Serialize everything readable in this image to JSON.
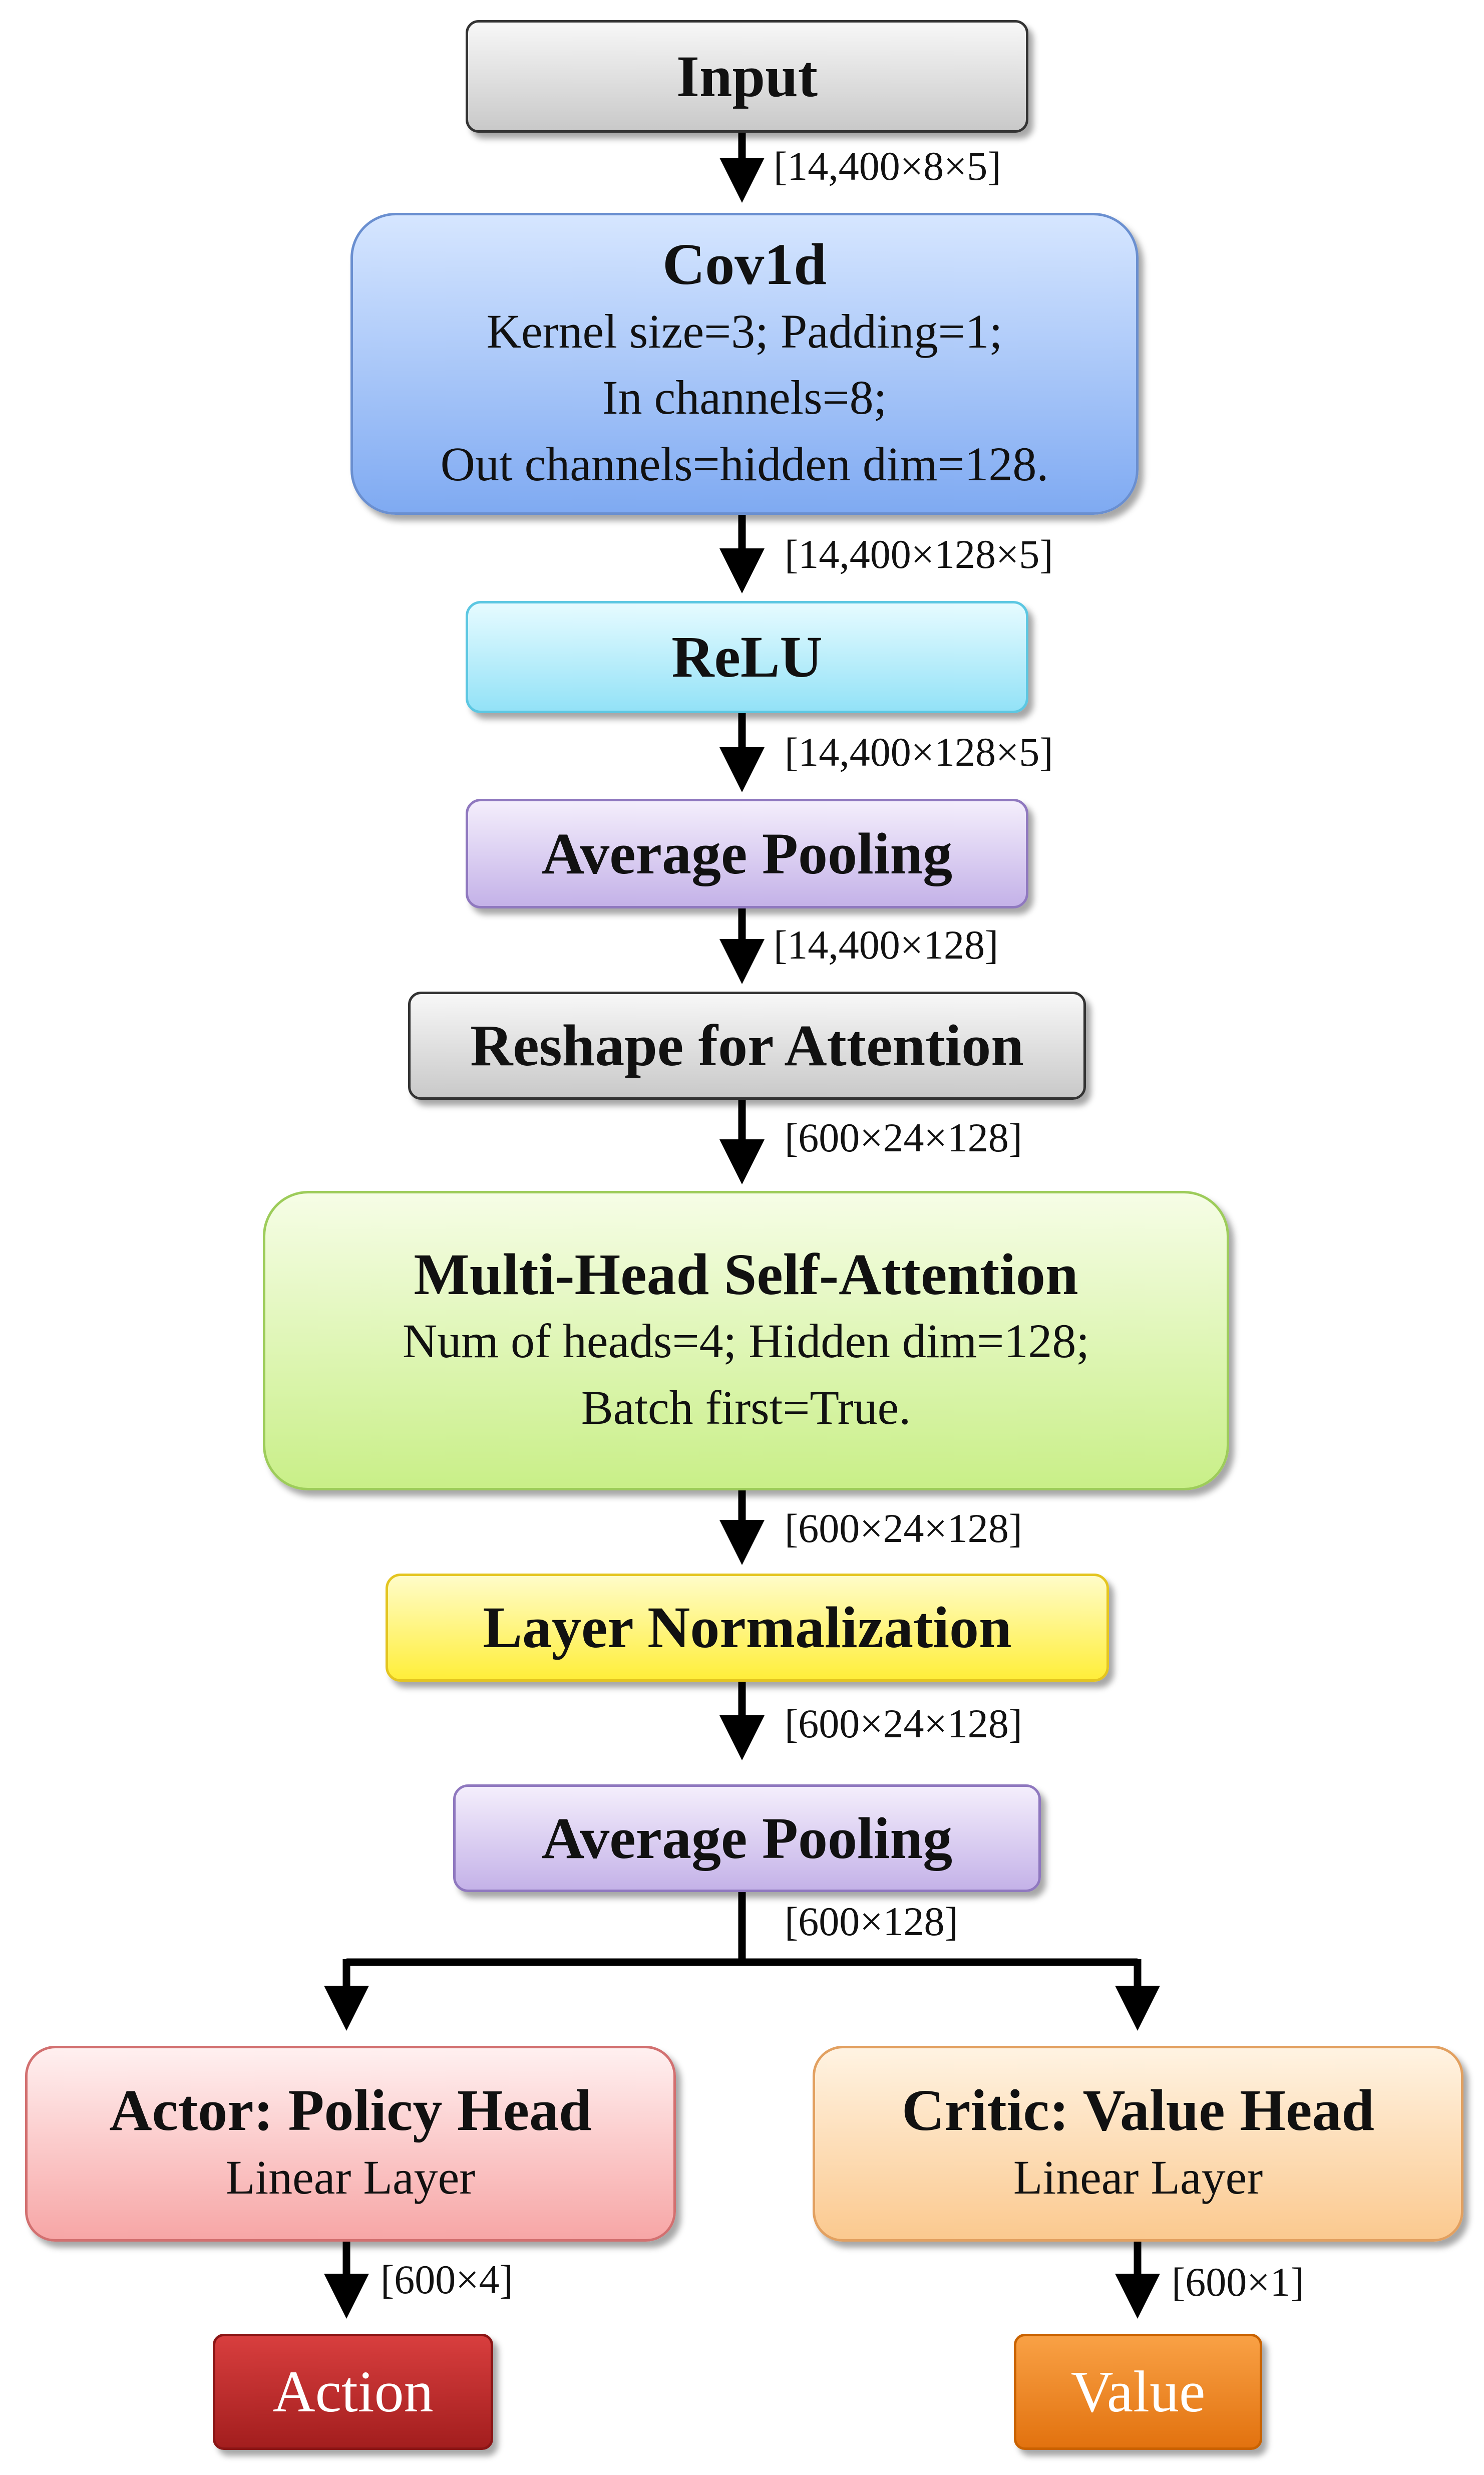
{
  "blocks": {
    "input": {
      "title": "Input"
    },
    "conv": {
      "title": "Cov1d",
      "lines": [
        "Kernel size=3; Padding=1;",
        "In channels=8;",
        "Out channels=hidden dim=128."
      ]
    },
    "relu": {
      "title": "ReLU"
    },
    "pool1": {
      "title": "Average Pooling"
    },
    "reshape": {
      "title": "Reshape for Attention"
    },
    "mhsa": {
      "title": "Multi-Head Self-Attention",
      "lines": [
        "Num of heads=4; Hidden dim=128;",
        "Batch first=True."
      ]
    },
    "layernorm": {
      "title": "Layer Normalization"
    },
    "pool2": {
      "title": "Average Pooling"
    },
    "actor": {
      "title": "Actor: Policy Head",
      "lines": [
        "Linear Layer"
      ]
    },
    "critic": {
      "title": "Critic: Value Head",
      "lines": [
        "Linear Layer"
      ]
    },
    "action": {
      "title": "Action"
    },
    "value": {
      "title": "Value"
    }
  },
  "shapes": {
    "input_to_conv": "[14,400×8×5]",
    "conv_to_relu": "[14,400×128×5]",
    "relu_to_pool1": "[14,400×128×5]",
    "pool1_to_reshape": "[14,400×128]",
    "reshape_to_mhsa": "[600×24×128]",
    "mhsa_to_layernorm": "[600×24×128]",
    "layernorm_to_pool2": "[600×24×128]",
    "pool2_to_heads": "[600×128]",
    "actor_to_action": "[600×4]",
    "critic_to_value": "[600×1]"
  }
}
